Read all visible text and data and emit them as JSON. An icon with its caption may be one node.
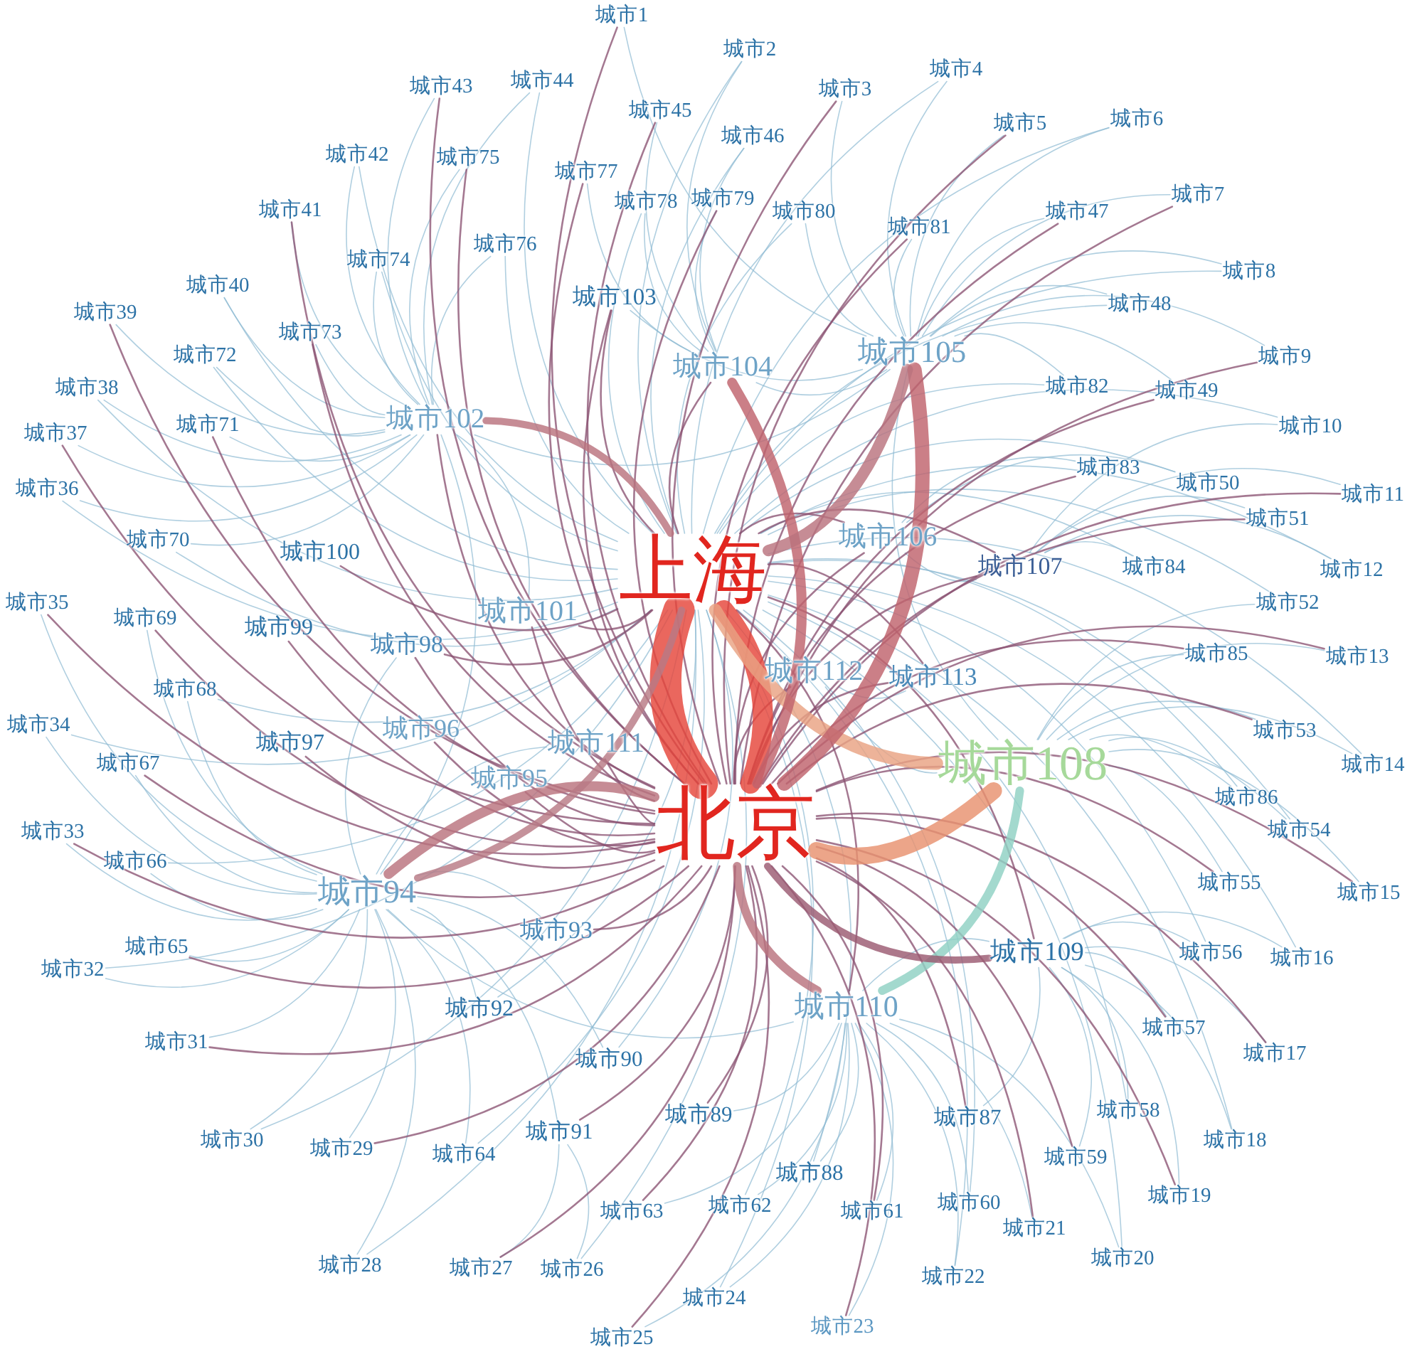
{
  "diagram": {
    "nodes": [
      {
        "text": [
          "城市1"
        ]
      },
      {
        "text": [
          "城市2"
        ]
      },
      {
        "text": [
          "城市3"
        ]
      },
      {
        "text": [
          "城市4"
        ]
      },
      {
        "text": [
          "城市5"
        ]
      },
      {
        "text": [
          "城市6"
        ]
      },
      {
        "text": [
          "城市7"
        ]
      },
      {
        "text": [
          "城市8"
        ]
      },
      {
        "text": [
          "城市9"
        ]
      },
      {
        "text": [
          "城市10"
        ]
      },
      {
        "text": [
          "城市11"
        ]
      },
      {
        "text": [
          "城市12"
        ]
      },
      {
        "text": [
          "城市13"
        ]
      },
      {
        "text": [
          "城市14"
        ]
      },
      {
        "text": [
          "城市15"
        ]
      },
      {
        "text": [
          "城市16"
        ]
      },
      {
        "text": [
          "城市17"
        ]
      },
      {
        "text": [
          "城市18"
        ]
      },
      {
        "text": [
          "城市19"
        ]
      },
      {
        "text": [
          "城市20"
        ]
      },
      {
        "text": [
          "城市21"
        ]
      },
      {
        "text": [
          "城市22"
        ]
      },
      {
        "text": [
          "城市23"
        ]
      },
      {
        "text": [
          "城市24"
        ]
      },
      {
        "text": [
          "城市25"
        ]
      },
      {
        "text": [
          "城市26"
        ]
      },
      {
        "text": [
          "城市27"
        ]
      },
      {
        "text": [
          "城市28"
        ]
      },
      {
        "text": [
          "城市29"
        ]
      },
      {
        "text": [
          "城市30"
        ]
      },
      {
        "text": [
          "城市31"
        ]
      },
      {
        "text": [
          "城市32"
        ]
      },
      {
        "text": [
          "城市33"
        ]
      },
      {
        "text": [
          "城市34"
        ]
      },
      {
        "text": [
          "城市35"
        ]
      },
      {
        "text": [
          "城市36"
        ]
      },
      {
        "text": [
          "城市37"
        ]
      },
      {
        "text": [
          "城市38"
        ]
      },
      {
        "text": [
          "城市39"
        ]
      },
      {
        "text": [
          "城市40"
        ]
      },
      {
        "text": [
          "城市41"
        ]
      },
      {
        "text": [
          "城市42"
        ]
      },
      {
        "text": [
          "城市43"
        ]
      },
      {
        "text": [
          "城市44"
        ]
      },
      {
        "text": [
          "城市45"
        ]
      },
      {
        "text": [
          "城市46"
        ]
      },
      {
        "text": [
          "城市47"
        ]
      },
      {
        "text": [
          "城市48"
        ]
      },
      {
        "text": [
          "城市49"
        ]
      },
      {
        "text": [
          "城市50"
        ]
      },
      {
        "text": [
          "城市51"
        ]
      },
      {
        "text": [
          "城市52"
        ]
      },
      {
        "text": [
          "城市53"
        ]
      },
      {
        "text": [
          "城市54"
        ]
      },
      {
        "text": [
          "城市55"
        ]
      },
      {
        "text": [
          "城市56"
        ]
      },
      {
        "text": [
          "城市57"
        ]
      },
      {
        "text": [
          "城市58"
        ]
      },
      {
        "text": [
          "城市59"
        ]
      },
      {
        "text": [
          "城市60"
        ]
      },
      {
        "text": [
          "城市61"
        ]
      },
      {
        "text": [
          "城市62"
        ]
      },
      {
        "text": [
          "城市63"
        ]
      },
      {
        "text": [
          "城市64"
        ]
      },
      {
        "text": [
          "城市65"
        ]
      },
      {
        "text": [
          "城市66"
        ]
      },
      {
        "text": [
          "城市67"
        ]
      },
      {
        "text": [
          "城市68"
        ]
      },
      {
        "text": [
          "城市69"
        ]
      },
      {
        "text": [
          "城市70"
        ]
      },
      {
        "text": [
          "城市71"
        ]
      },
      {
        "text": [
          "城市72"
        ]
      },
      {
        "text": [
          "城市73"
        ]
      },
      {
        "text": [
          "城市74"
        ]
      },
      {
        "text": [
          "城市75"
        ]
      },
      {
        "text": [
          "城市76"
        ]
      },
      {
        "text": [
          "城市77"
        ]
      },
      {
        "text": [
          "城市78"
        ]
      },
      {
        "text": [
          "城市79"
        ]
      },
      {
        "text": [
          "城市80"
        ]
      },
      {
        "text": [
          "城市81"
        ]
      },
      {
        "text": [
          "城市82"
        ]
      },
      {
        "text": [
          "城市83"
        ]
      },
      {
        "text": [
          "城市84"
        ]
      },
      {
        "text": [
          "城市85"
        ]
      },
      {
        "text": [
          "城市86"
        ]
      },
      {
        "text": [
          "城市87"
        ]
      },
      {
        "text": [
          "城市88"
        ]
      },
      {
        "text": [
          "城市89"
        ]
      },
      {
        "text": [
          "城市90"
        ]
      },
      {
        "text": [
          "城市91"
        ]
      },
      {
        "text": [
          "城市92"
        ]
      },
      {
        "text": [
          "城市93"
        ]
      },
      {
        "text": [
          "城市94"
        ]
      },
      {
        "text": [
          "城市95"
        ]
      },
      {
        "text": [
          "城市96"
        ]
      },
      {
        "text": [
          "城市97"
        ]
      },
      {
        "text": [
          "城市98"
        ]
      },
      {
        "text": [
          "城市99"
        ]
      },
      {
        "text": [
          "城市100"
        ]
      },
      {
        "text": [
          "城市101"
        ]
      },
      {
        "text": [
          "城市102"
        ]
      },
      {
        "text": [
          "城市103"
        ]
      },
      {
        "text": [
          "城市104"
        ]
      },
      {
        "text": [
          "城市105"
        ]
      },
      {
        "text": [
          "城市106"
        ]
      },
      {
        "text": [
          "城市107"
        ]
      },
      {
        "text": [
          "城市108"
        ]
      },
      {
        "text": [
          "城市109"
        ]
      },
      {
        "text": [
          "城市110"
        ]
      },
      {
        "text": [
          "城市111"
        ]
      },
      {
        "text": [
          "城市112"
        ]
      },
      {
        "text": [
          "城市113"
        ]
      },
      {
        "text": [
          "上海"
        ]
      },
      {
        "text": [
          "北京"
        ]
      }
    ],
    "edges": [
      {
        "from": 113,
        "to": 114,
        "arrow": "none",
        "style": "thick",
        "color": "#e5453b"
      },
      {
        "from": 114,
        "to": 113,
        "arrow": "none",
        "style": "thick",
        "color": "#e5453b"
      },
      {
        "from": 114,
        "to": 107,
        "arrow": "none",
        "style": "thick",
        "color": "#e8916f"
      },
      {
        "from": 113,
        "to": 107,
        "arrow": "none",
        "style": "thick",
        "color": "#e9a283"
      },
      {
        "from": 109,
        "to": 107,
        "arrow": "none",
        "style": "thick",
        "color": "#8fd1c3"
      },
      {
        "from": 114,
        "to": 103,
        "arrow": "none",
        "style": "thick",
        "color": "#c0636d"
      },
      {
        "from": 114,
        "to": 104,
        "arrow": "none",
        "style": "thick",
        "color": "#c0636d"
      },
      {
        "from": 113,
        "to": 104,
        "arrow": "none",
        "style": "thick",
        "color": "#b9737e"
      },
      {
        "from": 114,
        "to": 93,
        "arrow": "none",
        "style": "thick",
        "color": "#b9737e"
      },
      {
        "from": 93,
        "to": 113,
        "arrow": "none",
        "style": "thick",
        "color": "#b87a85"
      },
      {
        "from": 114,
        "to": 109,
        "arrow": "none",
        "style": "thick",
        "color": "#b9737e"
      },
      {
        "from": 114,
        "to": 108,
        "arrow": "none",
        "style": "thick",
        "color": "#9b5a72"
      },
      {
        "from": 113,
        "to": 101,
        "arrow": "none",
        "style": "thick",
        "color": "#b9737e"
      },
      {
        "from": 94,
        "to": 114,
        "arrow": "none",
        "color": "#8a5272"
      },
      {
        "from": 95,
        "to": 114,
        "arrow": "none",
        "color": "#8a5272"
      },
      {
        "from": 96,
        "to": 114,
        "arrow": "none",
        "color": "#8a5272"
      },
      {
        "from": 97,
        "to": 114,
        "arrow": "none",
        "color": "#8a5272"
      },
      {
        "from": 97,
        "to": 113,
        "arrow": "none",
        "color": "#8a5272"
      },
      {
        "from": 98,
        "to": 114,
        "arrow": "none",
        "color": "#8a5272"
      },
      {
        "from": 99,
        "to": 113,
        "arrow": "none",
        "color": "#8a5272"
      },
      {
        "from": 100,
        "to": 114,
        "arrow": "none",
        "color": "#8a5272"
      },
      {
        "from": 100,
        "to": 113,
        "arrow": "none",
        "color": "#8a5272"
      },
      {
        "from": 101,
        "to": 114,
        "arrow": "none",
        "color": "#8a5272"
      },
      {
        "from": 102,
        "to": 114,
        "arrow": "none",
        "color": "#8a5272"
      },
      {
        "from": 102,
        "to": 113,
        "arrow": "none",
        "color": "#8a5272"
      },
      {
        "from": 103,
        "to": 113,
        "arrow": "none",
        "color": "#8a5272"
      },
      {
        "from": 105,
        "to": 114,
        "arrow": "none",
        "color": "#8a5272"
      },
      {
        "from": 105,
        "to": 113,
        "arrow": "none",
        "color": "#8a5272"
      },
      {
        "from": 106,
        "to": 113,
        "arrow": "none",
        "color": "#8a5272"
      },
      {
        "from": 106,
        "to": 114,
        "arrow": "none",
        "color": "#8a5272"
      },
      {
        "from": 108,
        "to": 113,
        "arrow": "none",
        "color": "#8a5272"
      },
      {
        "from": 109,
        "to": 113,
        "arrow": "none",
        "color": "#8a5272"
      },
      {
        "from": 110,
        "to": 114,
        "arrow": "none",
        "color": "#8a5272"
      },
      {
        "from": 111,
        "to": 114,
        "arrow": "none",
        "color": "#8a5272"
      },
      {
        "from": 112,
        "to": 114,
        "arrow": "none",
        "color": "#8a5272"
      },
      {
        "from": 112,
        "to": 113,
        "arrow": "none",
        "color": "#8a5272"
      },
      {
        "from": 101,
        "to": 104,
        "arrow": "none"
      },
      {
        "from": 103,
        "to": 104,
        "arrow": "none"
      },
      {
        "from": 111,
        "to": 112,
        "arrow": "none"
      },
      {
        "from": 105,
        "to": 106,
        "arrow": "none"
      },
      {
        "from": 93,
        "to": 109,
        "arrow": "none"
      },
      {
        "from": 100,
        "to": 101,
        "arrow": "none"
      },
      {
        "from": 93,
        "to": 101,
        "arrow": "none"
      },
      {
        "from": 104,
        "to": 107,
        "arrow": "none"
      },
      {
        "from": 108,
        "to": 109,
        "arrow": "none"
      },
      {
        "from": 97,
        "to": 93,
        "arrow": "none"
      },
      {
        "from": 110,
        "to": 93,
        "arrow": "none"
      },
      {
        "from": 102,
        "to": 104,
        "arrow": "none"
      },
      {
        "from": 111,
        "to": 107,
        "arrow": "none"
      },
      {
        "from": 0,
        "to": 104,
        "arrow": "none"
      },
      {
        "from": 0,
        "to": 114,
        "arrow": "none",
        "color": "#8a5272"
      },
      {
        "from": 1,
        "to": 103,
        "arrow": "none"
      },
      {
        "from": 1,
        "to": 113,
        "arrow": "none"
      },
      {
        "from": 2,
        "to": 104,
        "arrow": "none"
      },
      {
        "from": 2,
        "to": 114,
        "arrow": "none",
        "color": "#8a5272"
      },
      {
        "from": 3,
        "to": 104,
        "arrow": "none"
      },
      {
        "from": 3,
        "to": 113,
        "arrow": "none"
      },
      {
        "from": 4,
        "to": 104,
        "arrow": "none"
      },
      {
        "from": 4,
        "to": 114,
        "arrow": "none",
        "color": "#8a5272"
      },
      {
        "from": 5,
        "to": 104,
        "arrow": "none"
      },
      {
        "from": 5,
        "to": 113,
        "arrow": "none"
      },
      {
        "from": 6,
        "to": 104,
        "arrow": "none"
      },
      {
        "from": 6,
        "to": 114,
        "arrow": "none",
        "color": "#8a5272"
      },
      {
        "from": 7,
        "to": 104,
        "arrow": "none"
      },
      {
        "from": 7,
        "to": 113,
        "arrow": "none"
      },
      {
        "from": 8,
        "to": 104,
        "arrow": "none"
      },
      {
        "from": 8,
        "to": 114,
        "arrow": "none",
        "color": "#8a5272"
      },
      {
        "from": 9,
        "to": 106,
        "arrow": "none"
      },
      {
        "from": 9,
        "to": 113,
        "arrow": "none"
      },
      {
        "from": 10,
        "to": 106,
        "arrow": "none"
      },
      {
        "from": 10,
        "to": 114,
        "arrow": "none",
        "color": "#8a5272"
      },
      {
        "from": 11,
        "to": 106,
        "arrow": "none"
      },
      {
        "from": 11,
        "to": 113,
        "arrow": "none"
      },
      {
        "from": 12,
        "to": 107,
        "arrow": "none"
      },
      {
        "from": 12,
        "to": 114,
        "arrow": "none",
        "color": "#8a5272"
      },
      {
        "from": 13,
        "to": 107,
        "arrow": "none"
      },
      {
        "from": 13,
        "to": 113,
        "arrow": "none"
      },
      {
        "from": 14,
        "to": 107,
        "arrow": "none"
      },
      {
        "from": 14,
        "to": 114,
        "arrow": "none",
        "color": "#8a5272"
      },
      {
        "from": 15,
        "to": 108,
        "arrow": "none"
      },
      {
        "from": 15,
        "to": 113,
        "arrow": "none"
      },
      {
        "from": 16,
        "to": 108,
        "arrow": "none"
      },
      {
        "from": 16,
        "to": 114,
        "arrow": "none",
        "color": "#8a5272"
      },
      {
        "from": 17,
        "to": 108,
        "arrow": "none"
      },
      {
        "from": 17,
        "to": 113,
        "arrow": "none"
      },
      {
        "from": 18,
        "to": 108,
        "arrow": "none"
      },
      {
        "from": 18,
        "to": 114,
        "arrow": "none",
        "color": "#8a5272"
      },
      {
        "from": 19,
        "to": 109,
        "arrow": "none"
      },
      {
        "from": 19,
        "to": 113,
        "arrow": "none"
      },
      {
        "from": 20,
        "to": 109,
        "arrow": "none"
      },
      {
        "from": 20,
        "to": 114,
        "arrow": "none",
        "color": "#8a5272"
      },
      {
        "from": 21,
        "to": 109,
        "arrow": "none"
      },
      {
        "from": 21,
        "to": 113,
        "arrow": "none"
      },
      {
        "from": 22,
        "to": 109,
        "arrow": "none"
      },
      {
        "from": 22,
        "to": 114,
        "arrow": "none",
        "color": "#8a5272"
      },
      {
        "from": 23,
        "to": 109,
        "arrow": "none"
      },
      {
        "from": 23,
        "to": 113,
        "arrow": "none"
      },
      {
        "from": 24,
        "to": 109,
        "arrow": "none"
      },
      {
        "from": 24,
        "to": 114,
        "arrow": "none",
        "color": "#8a5272"
      },
      {
        "from": 25,
        "to": 90,
        "arrow": "none"
      },
      {
        "from": 25,
        "to": 113,
        "arrow": "none"
      },
      {
        "from": 26,
        "to": 90,
        "arrow": "none"
      },
      {
        "from": 26,
        "to": 114,
        "arrow": "none",
        "color": "#8a5272"
      },
      {
        "from": 27,
        "to": 93,
        "arrow": "none"
      },
      {
        "from": 27,
        "to": 113,
        "arrow": "none"
      },
      {
        "from": 28,
        "to": 93,
        "arrow": "none"
      },
      {
        "from": 28,
        "to": 114,
        "arrow": "none",
        "color": "#8a5272"
      },
      {
        "from": 29,
        "to": 93,
        "arrow": "none"
      },
      {
        "from": 29,
        "to": 113,
        "arrow": "none"
      },
      {
        "from": 30,
        "to": 93,
        "arrow": "none"
      },
      {
        "from": 30,
        "to": 114,
        "arrow": "none",
        "color": "#8a5272"
      },
      {
        "from": 31,
        "to": 93,
        "arrow": "none"
      },
      {
        "from": 31,
        "to": 113,
        "arrow": "none"
      },
      {
        "from": 32,
        "to": 93,
        "arrow": "none"
      },
      {
        "from": 32,
        "to": 114,
        "arrow": "none",
        "color": "#8a5272"
      },
      {
        "from": 33,
        "to": 93,
        "arrow": "none"
      },
      {
        "from": 33,
        "to": 113,
        "arrow": "none"
      },
      {
        "from": 34,
        "to": 93,
        "arrow": "none"
      },
      {
        "from": 34,
        "to": 114,
        "arrow": "none",
        "color": "#8a5272"
      },
      {
        "from": 35,
        "to": 101,
        "arrow": "none"
      },
      {
        "from": 35,
        "to": 113,
        "arrow": "none"
      },
      {
        "from": 36,
        "to": 101,
        "arrow": "none"
      },
      {
        "from": 36,
        "to": 114,
        "arrow": "none",
        "color": "#8a5272"
      },
      {
        "from": 37,
        "to": 101,
        "arrow": "none"
      },
      {
        "from": 37,
        "to": 113,
        "arrow": "none"
      },
      {
        "from": 38,
        "to": 101,
        "arrow": "none"
      },
      {
        "from": 38,
        "to": 114,
        "arrow": "none",
        "color": "#8a5272"
      },
      {
        "from": 39,
        "to": 101,
        "arrow": "none"
      },
      {
        "from": 39,
        "to": 113,
        "arrow": "none"
      },
      {
        "from": 40,
        "to": 101,
        "arrow": "none"
      },
      {
        "from": 40,
        "to": 114,
        "arrow": "none",
        "color": "#8a5272"
      },
      {
        "from": 41,
        "to": 101,
        "arrow": "none"
      },
      {
        "from": 41,
        "to": 113,
        "arrow": "none"
      },
      {
        "from": 42,
        "to": 101,
        "arrow": "none"
      },
      {
        "from": 42,
        "to": 114,
        "arrow": "none",
        "color": "#8a5272"
      },
      {
        "from": 43,
        "to": 101,
        "arrow": "none"
      },
      {
        "from": 43,
        "to": 113,
        "arrow": "none"
      },
      {
        "from": 44,
        "to": 103,
        "arrow": "none"
      },
      {
        "from": 44,
        "to": 114,
        "arrow": "none",
        "color": "#8a5272"
      },
      {
        "from": 45,
        "to": 103,
        "arrow": "none"
      },
      {
        "from": 45,
        "to": 113,
        "arrow": "none"
      },
      {
        "from": 46,
        "to": 104,
        "arrow": "none"
      },
      {
        "from": 46,
        "to": 114,
        "arrow": "none",
        "color": "#8a5272"
      },
      {
        "from": 47,
        "to": 104,
        "arrow": "none"
      },
      {
        "from": 47,
        "to": 113,
        "arrow": "none"
      },
      {
        "from": 48,
        "to": 104,
        "arrow": "none"
      },
      {
        "from": 48,
        "to": 114,
        "arrow": "none",
        "color": "#8a5272"
      },
      {
        "from": 49,
        "to": 105,
        "arrow": "none"
      },
      {
        "from": 49,
        "to": 113,
        "arrow": "none"
      },
      {
        "from": 50,
        "to": 106,
        "arrow": "none"
      },
      {
        "from": 50,
        "to": 114,
        "arrow": "none",
        "color": "#8a5272"
      },
      {
        "from": 51,
        "to": 107,
        "arrow": "none"
      },
      {
        "from": 51,
        "to": 113,
        "arrow": "none"
      },
      {
        "from": 52,
        "to": 107,
        "arrow": "none"
      },
      {
        "from": 52,
        "to": 114,
        "arrow": "none",
        "color": "#8a5272"
      },
      {
        "from": 53,
        "to": 107,
        "arrow": "none"
      },
      {
        "from": 53,
        "to": 113,
        "arrow": "none"
      },
      {
        "from": 54,
        "to": 107,
        "arrow": "none"
      },
      {
        "from": 54,
        "to": 114,
        "arrow": "none",
        "color": "#8a5272"
      },
      {
        "from": 55,
        "to": 108,
        "arrow": "none"
      },
      {
        "from": 55,
        "to": 113,
        "arrow": "none"
      },
      {
        "from": 56,
        "to": 108,
        "arrow": "none"
      },
      {
        "from": 56,
        "to": 114,
        "arrow": "none",
        "color": "#8a5272"
      },
      {
        "from": 57,
        "to": 108,
        "arrow": "none"
      },
      {
        "from": 57,
        "to": 113,
        "arrow": "none"
      },
      {
        "from": 58,
        "to": 108,
        "arrow": "none"
      },
      {
        "from": 58,
        "to": 114,
        "arrow": "none",
        "color": "#8a5272"
      },
      {
        "from": 59,
        "to": 109,
        "arrow": "none"
      },
      {
        "from": 59,
        "to": 113,
        "arrow": "none"
      },
      {
        "from": 60,
        "to": 109,
        "arrow": "none"
      },
      {
        "from": 60,
        "to": 114,
        "arrow": "none",
        "color": "#8a5272"
      },
      {
        "from": 61,
        "to": 109,
        "arrow": "none"
      },
      {
        "from": 61,
        "to": 113,
        "arrow": "none"
      },
      {
        "from": 62,
        "to": 109,
        "arrow": "none"
      },
      {
        "from": 62,
        "to": 114,
        "arrow": "none",
        "color": "#8a5272"
      },
      {
        "from": 63,
        "to": 93,
        "arrow": "none"
      },
      {
        "from": 63,
        "to": 113,
        "arrow": "none"
      },
      {
        "from": 64,
        "to": 93,
        "arrow": "none"
      },
      {
        "from": 64,
        "to": 114,
        "arrow": "none",
        "color": "#8a5272"
      },
      {
        "from": 65,
        "to": 93,
        "arrow": "none"
      },
      {
        "from": 65,
        "to": 113,
        "arrow": "none"
      },
      {
        "from": 66,
        "to": 93,
        "arrow": "none"
      },
      {
        "from": 66,
        "to": 114,
        "arrow": "none",
        "color": "#8a5272"
      },
      {
        "from": 67,
        "to": 93,
        "arrow": "none"
      },
      {
        "from": 67,
        "to": 113,
        "arrow": "none"
      },
      {
        "from": 68,
        "to": 93,
        "arrow": "none"
      },
      {
        "from": 68,
        "to": 114,
        "arrow": "none",
        "color": "#8a5272"
      },
      {
        "from": 69,
        "to": 101,
        "arrow": "none"
      },
      {
        "from": 69,
        "to": 113,
        "arrow": "none"
      },
      {
        "from": 70,
        "to": 101,
        "arrow": "none"
      },
      {
        "from": 70,
        "to": 114,
        "arrow": "none",
        "color": "#8a5272"
      },
      {
        "from": 71,
        "to": 101,
        "arrow": "none"
      },
      {
        "from": 71,
        "to": 113,
        "arrow": "none"
      },
      {
        "from": 72,
        "to": 101,
        "arrow": "none"
      },
      {
        "from": 72,
        "to": 114,
        "arrow": "none",
        "color": "#8a5272"
      },
      {
        "from": 73,
        "to": 101,
        "arrow": "none"
      },
      {
        "from": 73,
        "to": 113,
        "arrow": "none"
      },
      {
        "from": 74,
        "to": 101,
        "arrow": "none"
      },
      {
        "from": 74,
        "to": 114,
        "arrow": "none",
        "color": "#8a5272"
      },
      {
        "from": 75,
        "to": 101,
        "arrow": "none"
      },
      {
        "from": 75,
        "to": 113,
        "arrow": "none"
      },
      {
        "from": 76,
        "to": 103,
        "arrow": "none"
      },
      {
        "from": 76,
        "to": 114,
        "arrow": "none",
        "color": "#8a5272"
      },
      {
        "from": 77,
        "to": 103,
        "arrow": "none"
      },
      {
        "from": 77,
        "to": 113,
        "arrow": "none"
      },
      {
        "from": 78,
        "to": 103,
        "arrow": "none"
      },
      {
        "from": 78,
        "to": 114,
        "arrow": "none",
        "color": "#8a5272"
      },
      {
        "from": 79,
        "to": 104,
        "arrow": "none"
      },
      {
        "from": 79,
        "to": 113,
        "arrow": "none"
      },
      {
        "from": 80,
        "to": 104,
        "arrow": "none"
      },
      {
        "from": 80,
        "to": 114,
        "arrow": "none",
        "color": "#8a5272"
      },
      {
        "from": 81,
        "to": 104,
        "arrow": "none"
      },
      {
        "from": 81,
        "to": 113,
        "arrow": "none"
      },
      {
        "from": 82,
        "to": 105,
        "arrow": "none"
      },
      {
        "from": 82,
        "to": 114,
        "arrow": "none",
        "color": "#8a5272"
      },
      {
        "from": 83,
        "to": 106,
        "arrow": "none"
      },
      {
        "from": 83,
        "to": 113,
        "arrow": "none"
      },
      {
        "from": 84,
        "to": 107,
        "arrow": "none"
      },
      {
        "from": 84,
        "to": 114,
        "arrow": "none",
        "color": "#8a5272"
      },
      {
        "from": 85,
        "to": 107,
        "arrow": "none"
      },
      {
        "from": 85,
        "to": 113,
        "arrow": "none"
      },
      {
        "from": 86,
        "to": 108,
        "arrow": "none"
      },
      {
        "from": 86,
        "to": 114,
        "arrow": "none",
        "color": "#8a5272"
      },
      {
        "from": 87,
        "to": 109,
        "arrow": "none"
      },
      {
        "from": 87,
        "to": 113,
        "arrow": "none"
      },
      {
        "from": 88,
        "to": 109,
        "arrow": "none"
      },
      {
        "from": 88,
        "to": 114,
        "arrow": "none",
        "color": "#8a5272"
      },
      {
        "from": 89,
        "to": 93,
        "arrow": "none"
      },
      {
        "from": 89,
        "to": 113,
        "arrow": "none"
      },
      {
        "from": 90,
        "to": 93,
        "arrow": "none"
      },
      {
        "from": 90,
        "to": 114,
        "arrow": "none",
        "color": "#8a5272"
      },
      {
        "from": 91,
        "to": 93,
        "arrow": "none"
      },
      {
        "from": 91,
        "to": 113,
        "arrow": "none"
      },
      {
        "from": 92,
        "to": 93,
        "arrow": "none"
      },
      {
        "from": 92,
        "to": 114,
        "arrow": "none",
        "color": "#8a5272"
      }
    ]
  }
}
